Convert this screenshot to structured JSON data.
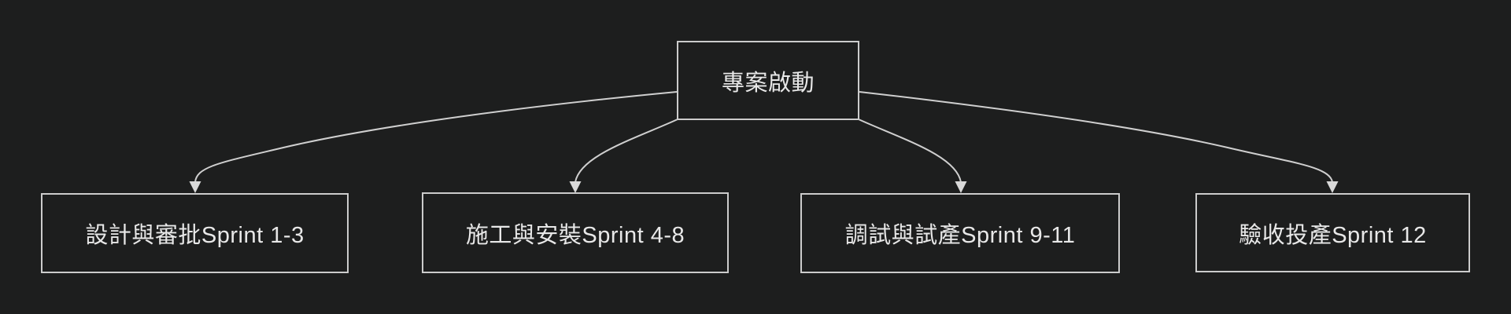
{
  "diagram": {
    "type": "flowchart",
    "direction": "top-down",
    "root": {
      "id": "start",
      "label": "專案啟動"
    },
    "phases": [
      {
        "id": "phase1",
        "label": "設計與審批Sprint 1-3"
      },
      {
        "id": "phase2",
        "label": "施工與安裝Sprint 4-8"
      },
      {
        "id": "phase3",
        "label": "調試與試產Sprint 9-11"
      },
      {
        "id": "phase4",
        "label": "驗收投產Sprint 12"
      }
    ],
    "edges": [
      {
        "from": "專案啟動",
        "to": "設計與審批Sprint 1-3",
        "arrow": "down"
      },
      {
        "from": "專案啟動",
        "to": "施工與安裝Sprint 4-8",
        "arrow": "down"
      },
      {
        "from": "專案啟動",
        "to": "調試與試產Sprint 9-11",
        "arrow": "down"
      },
      {
        "from": "專案啟動",
        "to": "驗收投產Sprint 12",
        "arrow": "down"
      }
    ],
    "colors": {
      "background": "#1d1e1e",
      "node_fill": "#1d1e1e",
      "node_border": "#cccccc",
      "edge_line": "#cfcfcf",
      "arrowhead": "#d9d9d9",
      "text": "#e8e8e8"
    }
  }
}
